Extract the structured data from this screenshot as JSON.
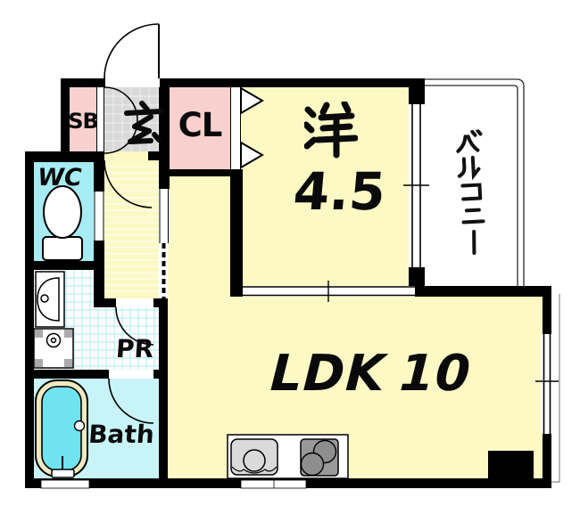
{
  "plan_title": "apartment-floor-plan",
  "rooms": {
    "sb": {
      "label": "SB",
      "color": "#F8D0CE"
    },
    "genkan": {
      "label": "玄",
      "color": "#D9D9D9"
    },
    "cl": {
      "label": "CL",
      "color": "#F8D0CE"
    },
    "western": {
      "label": "洋",
      "size": "4.5",
      "color": "#FCF9C4"
    },
    "balcony": {
      "label": "バルコニー",
      "color": "#FFFFFF"
    },
    "wc": {
      "label": "WC",
      "color": "#A6ECF2"
    },
    "hall": {
      "label": "",
      "color": "#FCF9C4"
    },
    "pr": {
      "label": "PR",
      "color": "#FFFFFF"
    },
    "bath": {
      "label": "Bath",
      "color": "#C8F4F8"
    },
    "ldk": {
      "label": "LDK",
      "size": "10",
      "color": "#FCF9C4"
    }
  },
  "colors": {
    "wall": "#000000",
    "pink": "#F8D0CE",
    "yellow": "#FCF9C4",
    "wc_cyan": "#A6ECF2",
    "bath_floor": "#C8F4F8",
    "tub_water": "#6FE3EF",
    "tub_rim": "#EFE9C2",
    "genkan_tile": "#D9D9D9",
    "stove_gray": "#999999",
    "sink_gray": "#DADADA",
    "white": "#FFFFFF"
  },
  "fixtures": {
    "entrance_door": "entrance-swing-door",
    "shoe_box_doors": "shoe-cabinet-double-doors",
    "closet_doors": "closet-folding-door-triangles",
    "toilet": "toilet-with-tank",
    "washbasin": "vanity-washbasin",
    "washer_pan": "washing-machine-pan",
    "bathtub": "bathtub",
    "kitchen_sink": "kitchen-sink",
    "stove": "two-burner-stove",
    "pillar": "structural-pillar",
    "sliding_door": "room-divider-sliding-door",
    "windows": "balcony-window, side-window"
  }
}
